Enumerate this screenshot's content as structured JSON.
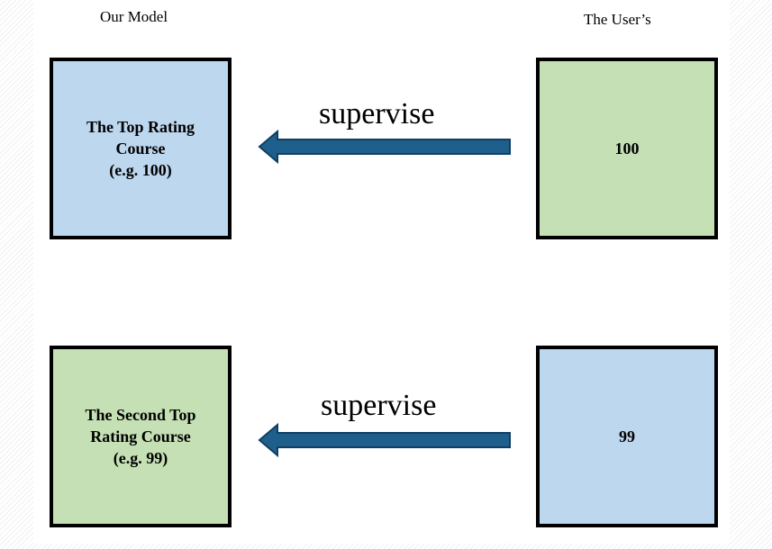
{
  "headers": {
    "left": "Our Model",
    "right": "The User’s"
  },
  "rows": [
    {
      "model_box": {
        "text": "The Top Rating\nCourse\n(e.g. 100)",
        "color": "#bdd7ee"
      },
      "arrow_label": "supervise",
      "user_box": {
        "text": "100",
        "color": "#c5e0b4"
      }
    },
    {
      "model_box": {
        "text": "The  Second Top\nRating Course\n(e.g. 99)",
        "color": "#c5e0b4"
      },
      "arrow_label": "supervise",
      "user_box": {
        "text": "99",
        "color": "#bdd7ee"
      }
    }
  ],
  "colors": {
    "arrow_fill": "#1f5f8b",
    "arrow_stroke": "#0f3f62",
    "border": "#000000"
  }
}
